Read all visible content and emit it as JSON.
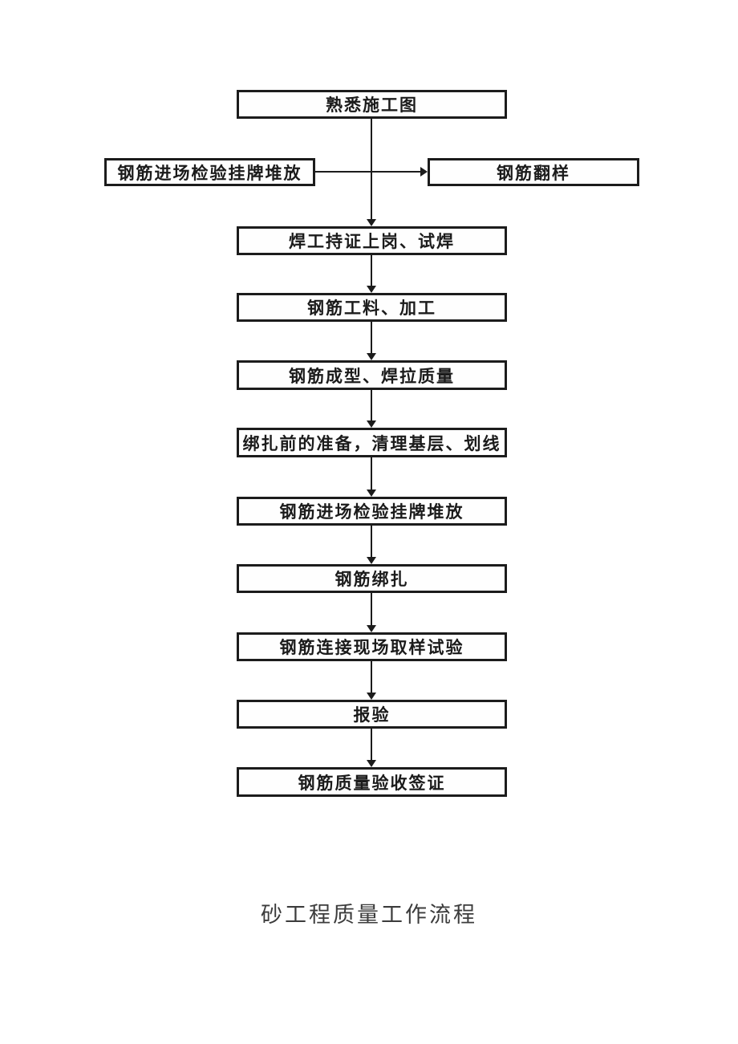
{
  "diagram": {
    "top_box": {
      "label": "熟悉施工图"
    },
    "branch": {
      "left_box": {
        "label": "钢筋进场检验挂牌堆放"
      },
      "right_box": {
        "label": "钢筋翻样"
      }
    },
    "flow_boxes": [
      {
        "label": "焊工持证上岗、试焊"
      },
      {
        "label": "钢筋工料、加工"
      },
      {
        "label": "钢筋成型、焊拉质量"
      },
      {
        "label": "绑扎前的准备，清理基层、划线"
      },
      {
        "label": "钢筋进场检验挂牌堆放"
      },
      {
        "label": "钢筋绑扎"
      },
      {
        "label": "钢筋连接现场取样试验"
      },
      {
        "label": "报验"
      },
      {
        "label": "钢筋质量验收签证"
      }
    ],
    "caption": "砂工程质量工作流程",
    "colors": {
      "border": "#1c1c1c",
      "background": "#ffffff",
      "text": "#1b1b1b"
    }
  }
}
